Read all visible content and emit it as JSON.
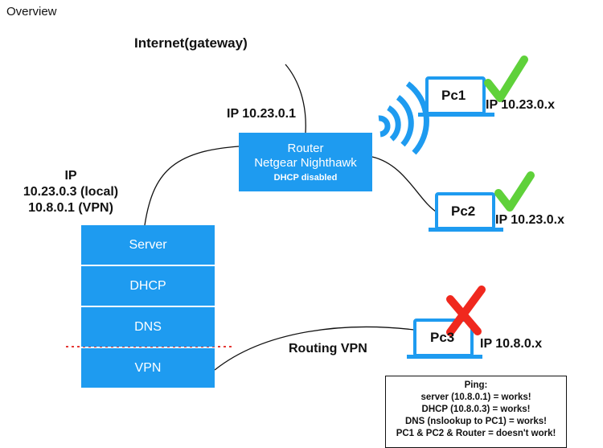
{
  "title": "Overview",
  "internet_label": "Internet(gateway)",
  "router": {
    "ip": "IP 10.23.0.1",
    "line1": "Router",
    "line2": "Netgear Nighthawk",
    "line3": "DHCP disabled"
  },
  "server": {
    "ip_heading": "IP",
    "ip_local": "10.23.0.3 (local)",
    "ip_vpn": "10.8.0.1 (VPN)",
    "stack": [
      "Server",
      "DHCP",
      "DNS",
      "VPN"
    ]
  },
  "pcs": [
    {
      "name": "Pc1",
      "ip": "IP 10.23.0.x",
      "status": "check"
    },
    {
      "name": "Pc2",
      "ip": "IP 10.23.0.x",
      "status": "check"
    },
    {
      "name": "Pc3",
      "ip": "IP 10.8.0.x",
      "status": "cross"
    }
  ],
  "routing_label": "Routing VPN",
  "ping": {
    "title": "Ping:",
    "lines": [
      "server (10.8.0.1) = works!",
      "DHCP (10.8.0.3) = works!",
      "DNS (nslookup to PC1) = works!",
      "PC1 & PC2 & Router  = doesn't work!"
    ]
  },
  "colors": {
    "box": "#1e9bf0",
    "check": "#5fd13a",
    "cross": "#f0281e",
    "divider": "#e53935"
  }
}
